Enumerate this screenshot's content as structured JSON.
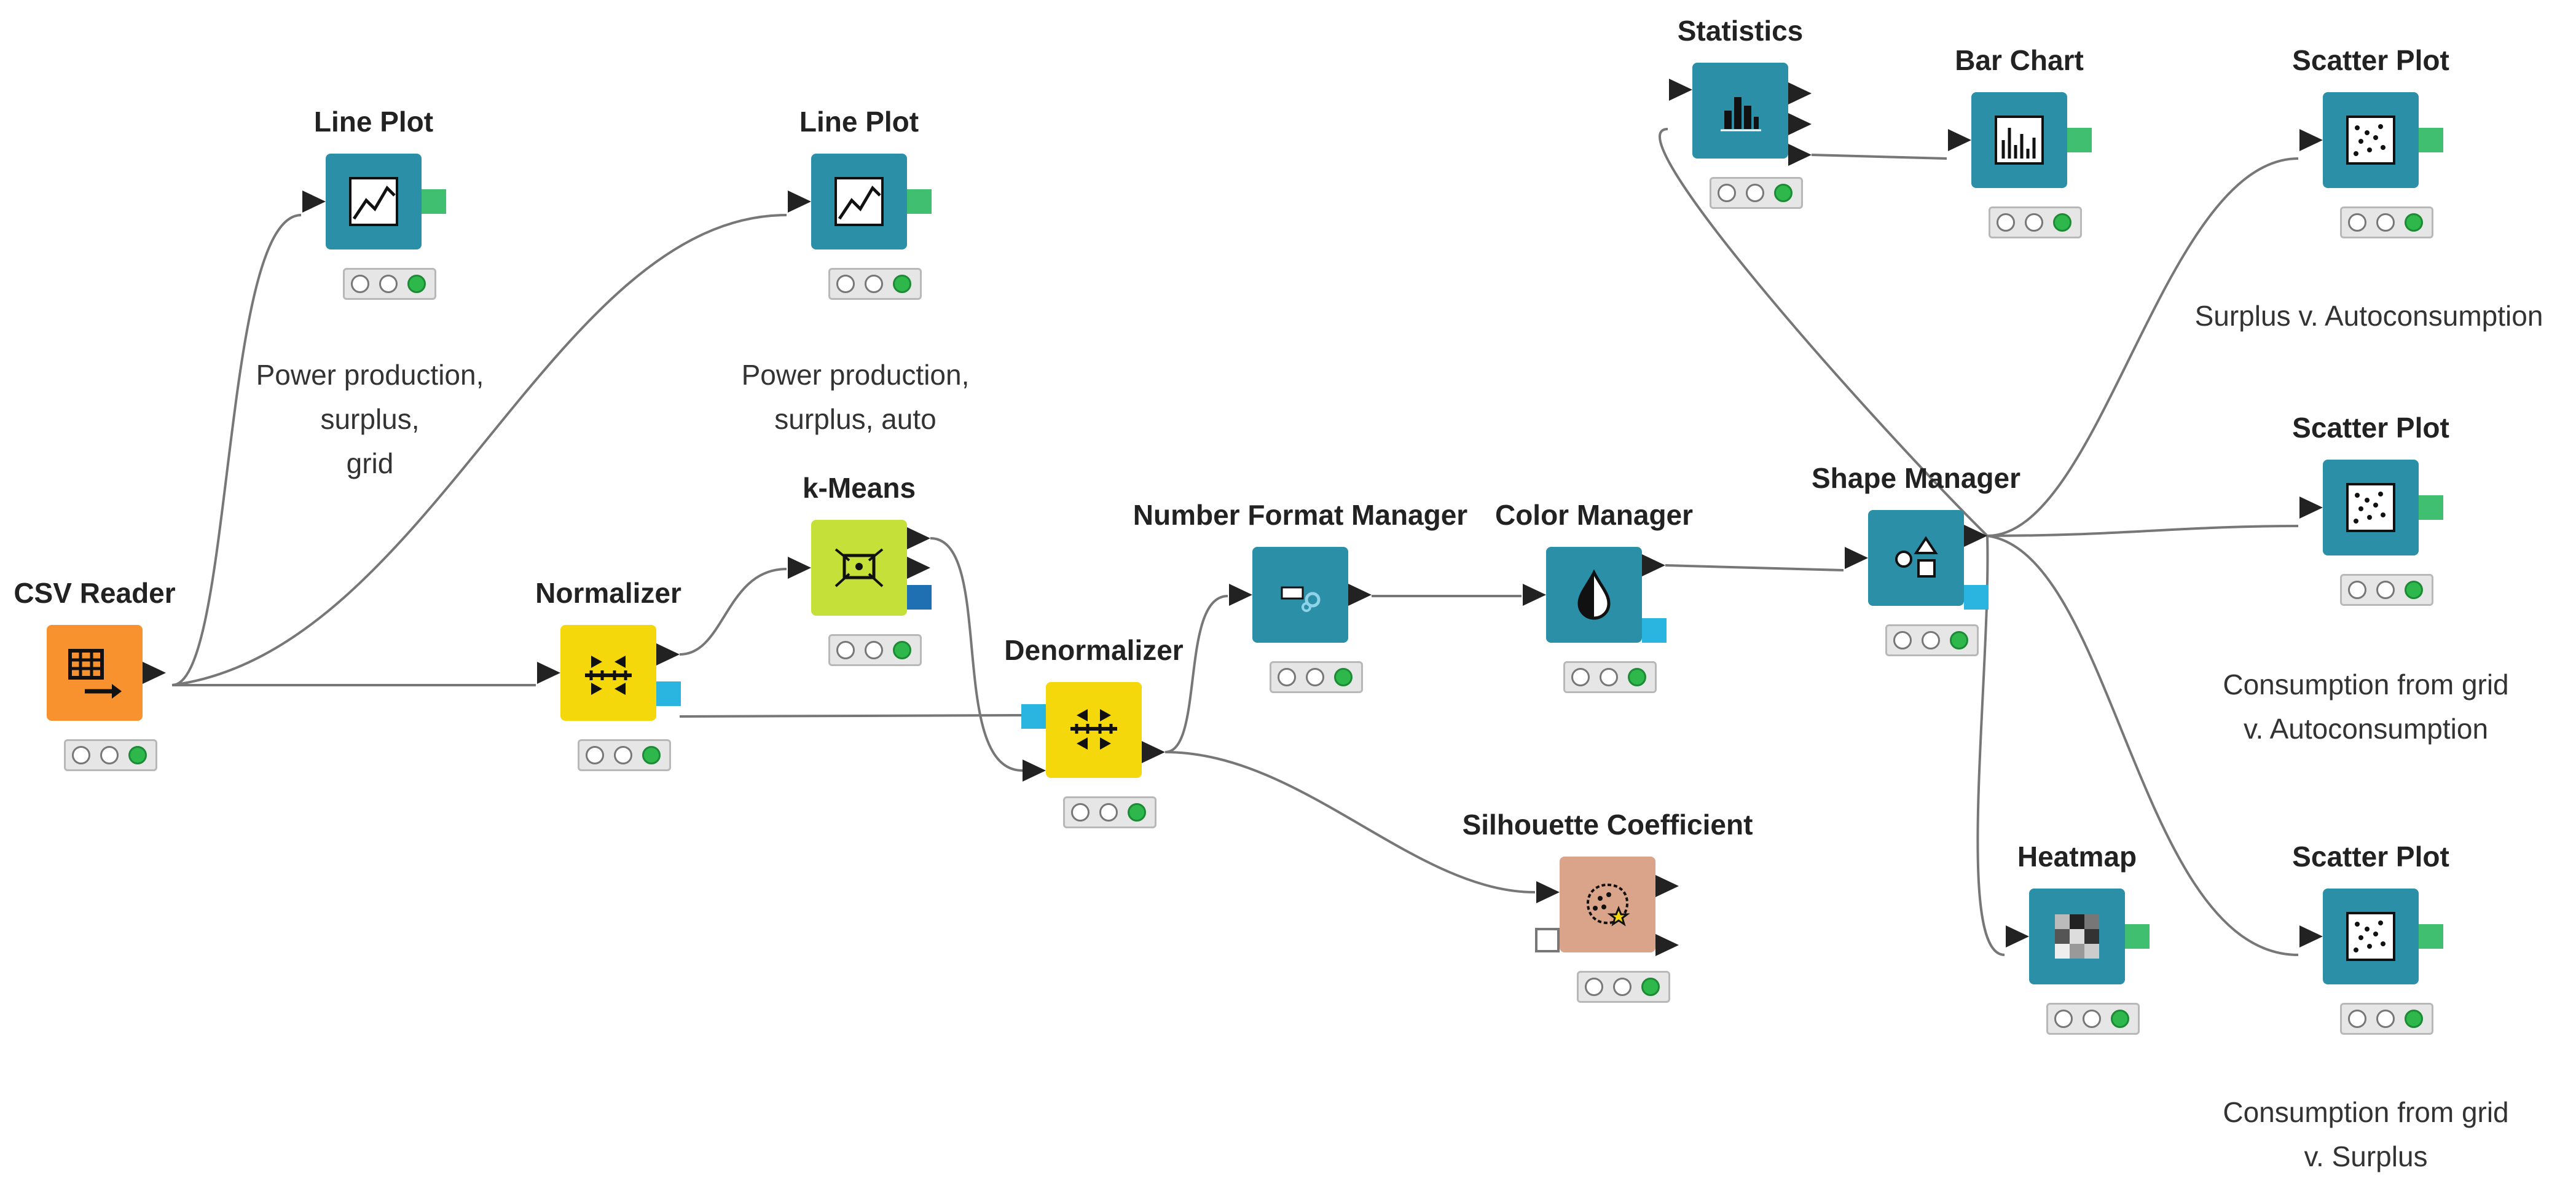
{
  "workflow": {
    "nodes": [
      {
        "id": "csv_reader",
        "name": "csv-reader-node",
        "title": "CSV Reader",
        "color": "#f7922e",
        "icon": "table-arrow-icon",
        "status": "executed"
      },
      {
        "id": "line_plot_1",
        "name": "line-plot-node-1",
        "title": "Line Plot",
        "color": "#2b8fa8",
        "icon": "line-chart-icon",
        "status": "executed",
        "annotation": "Power production,\nsurplus,\ngrid"
      },
      {
        "id": "line_plot_2",
        "name": "line-plot-node-2",
        "title": "Line Plot",
        "color": "#2b8fa8",
        "icon": "line-chart-icon",
        "status": "executed",
        "annotation": "Power production,\nsurplus, auto"
      },
      {
        "id": "normalizer",
        "name": "normalizer-node",
        "title": "Normalizer",
        "color": "#f5d80b",
        "icon": "normalize-arrows-icon",
        "status": "executed"
      },
      {
        "id": "kmeans",
        "name": "kmeans-node",
        "title": "k-Means",
        "color": "#c6e03a",
        "icon": "cluster-icon",
        "status": "executed"
      },
      {
        "id": "denormalizer",
        "name": "denormalizer-node",
        "title": "Denormalizer",
        "color": "#f5d80b",
        "icon": "denormalize-arrows-icon",
        "status": "executed"
      },
      {
        "id": "number_format",
        "name": "number-format-manager-node",
        "title": "Number Format Manager",
        "color": "#2b8fa8",
        "icon": "number-format-icon",
        "status": "executed"
      },
      {
        "id": "color_manager",
        "name": "color-manager-node",
        "title": "Color Manager",
        "color": "#2b8fa8",
        "icon": "color-drop-icon",
        "status": "executed"
      },
      {
        "id": "silhouette",
        "name": "silhouette-coefficient-node",
        "title": "Silhouette Coefficient",
        "color": "#d9a489",
        "icon": "silhouette-star-icon",
        "status": "executed"
      },
      {
        "id": "shape_manager",
        "name": "shape-manager-node",
        "title": "Shape Manager",
        "color": "#2b8fa8",
        "icon": "shapes-icon",
        "status": "executed"
      },
      {
        "id": "statistics",
        "name": "statistics-node",
        "title": "Statistics",
        "color": "#2b8fa8",
        "icon": "statistics-icon",
        "status": "executed"
      },
      {
        "id": "bar_chart",
        "name": "bar-chart-node",
        "title": "Bar Chart",
        "color": "#2b8fa8",
        "icon": "bar-chart-icon",
        "status": "executed"
      },
      {
        "id": "scatter_1",
        "name": "scatter-plot-node-1",
        "title": "Scatter Plot",
        "color": "#2b8fa8",
        "icon": "scatter-icon",
        "status": "executed",
        "annotation": "Surplus v. Autoconsumption"
      },
      {
        "id": "scatter_2",
        "name": "scatter-plot-node-2",
        "title": "Scatter Plot",
        "color": "#2b8fa8",
        "icon": "scatter-icon",
        "status": "executed",
        "annotation": "Consumption from grid\nv. Autoconsumption"
      },
      {
        "id": "heatmap",
        "name": "heatmap-node",
        "title": "Heatmap",
        "color": "#2b8fa8",
        "icon": "heatmap-icon",
        "status": "executed"
      },
      {
        "id": "scatter_3",
        "name": "scatter-plot-node-3",
        "title": "Scatter Plot",
        "color": "#2b8fa8",
        "icon": "scatter-icon",
        "status": "executed",
        "annotation": "Consumption from grid\nv. Surplus"
      }
    ]
  },
  "colors": {
    "data_port": "#222222",
    "view_port": "#3fbf6f",
    "model_port": "#1f6fb3",
    "spec_port": "#29b5e0",
    "status_green": "#2eb84b",
    "wire": "#777777"
  }
}
